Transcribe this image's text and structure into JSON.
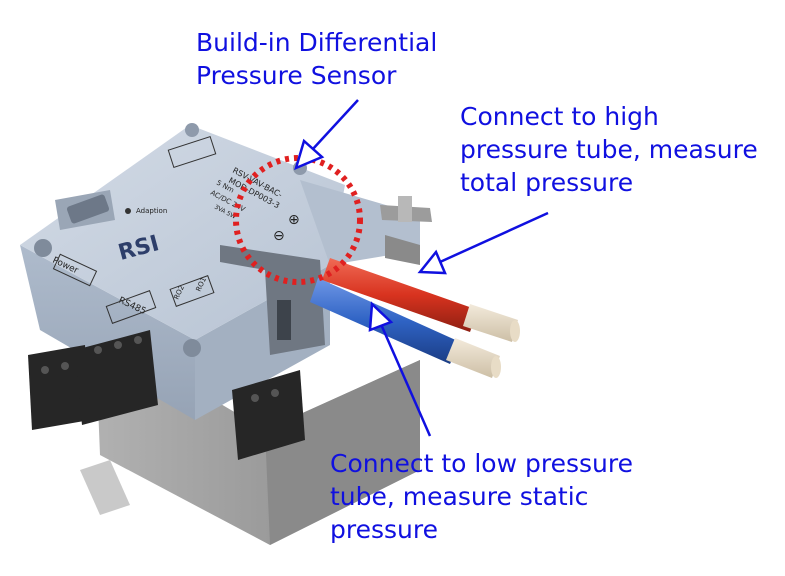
{
  "callouts": {
    "sensor": {
      "line1": "Build-in Differential",
      "line2": "Pressure Sensor"
    },
    "high": {
      "line1": "Connect to high",
      "line2": "pressure tube, measure",
      "line3": "total pressure"
    },
    "low": {
      "line1": "Connect to low pressure",
      "line2": "tube, measure static",
      "line3": "pressure"
    }
  },
  "device_labels": {
    "model1": "RSV-VAV-BAC-",
    "model2": "MOD-DP003-3",
    "torque": "5 Nm",
    "supply": "AC/DC 24V",
    "power_spec": "3VA 5W",
    "adaption": "Adaption",
    "brand": "RSI",
    "power": "Power",
    "rs485": "RS485",
    "ro1": "RO1",
    "ro2": "RO2",
    "plus": "⊕",
    "minus": "⊖"
  },
  "colors": {
    "annotation": "#1010e0",
    "highlight_circle": "#e02020",
    "high_tube": "#d8331f",
    "low_tube": "#2f63c4",
    "housing_top": "#bfcbdb",
    "housing_base": "#9a9a9a"
  }
}
